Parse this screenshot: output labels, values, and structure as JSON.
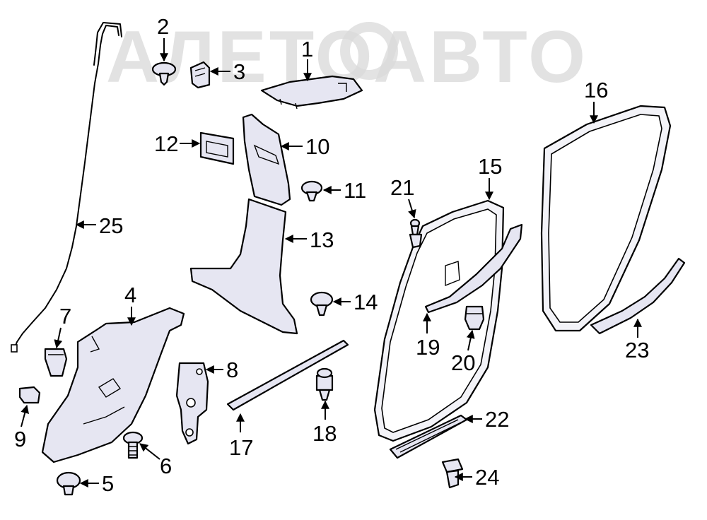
{
  "watermark": {
    "text": "АЛЕТОАВТО",
    "color": "#d9d9d9"
  },
  "callouts": {
    "c1": "1",
    "c2": "2",
    "c3": "3",
    "c4": "4",
    "c5": "5",
    "c6": "6",
    "c7": "7",
    "c8": "8",
    "c9": "9",
    "c10": "10",
    "c11": "11",
    "c12": "12",
    "c13": "13",
    "c14": "14",
    "c15": "15",
    "c16": "16",
    "c17": "17",
    "c18": "18",
    "c19": "19",
    "c20": "20",
    "c21": "21",
    "c22": "22",
    "c23": "23",
    "c24": "24",
    "c25": "25"
  },
  "colors": {
    "part_fill": "#e6e6f2",
    "outline": "#000000"
  }
}
